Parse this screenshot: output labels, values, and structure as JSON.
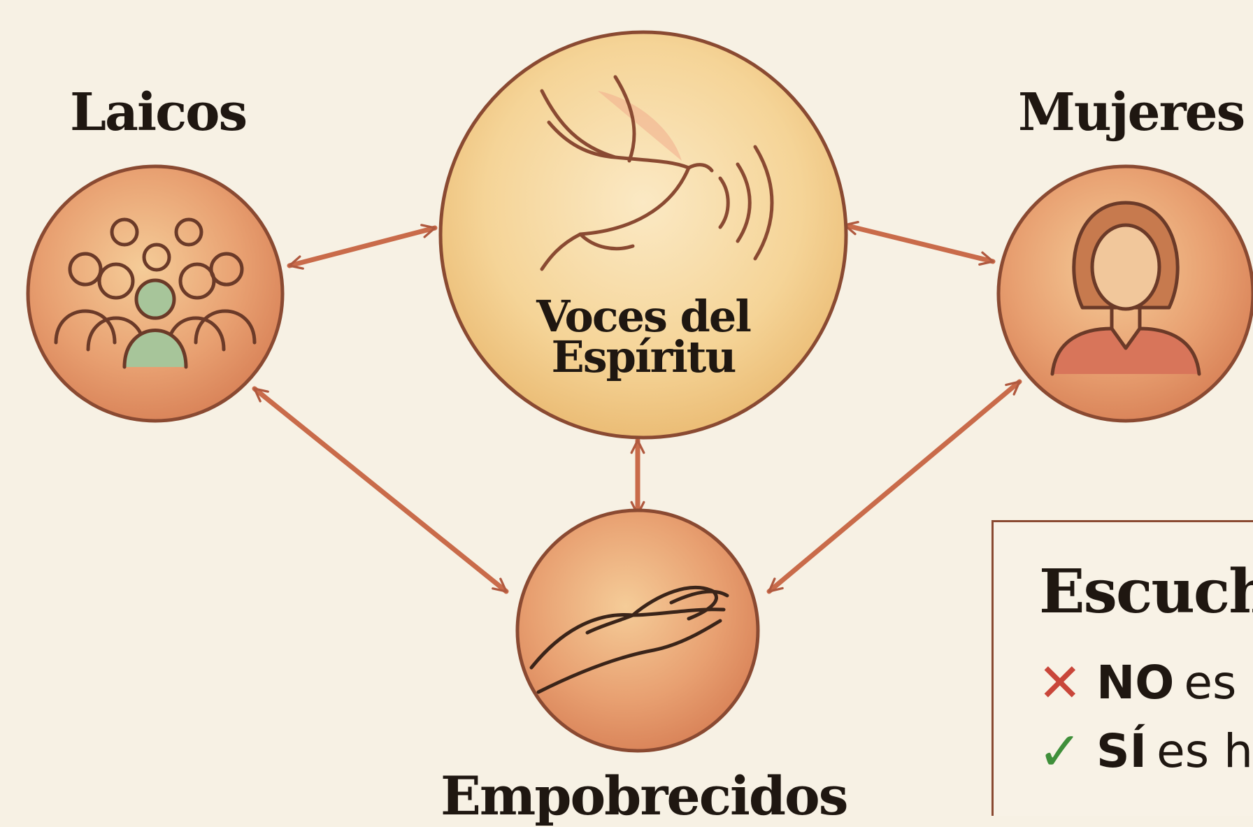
{
  "diagram": {
    "nodes": [
      {
        "id": "laicos",
        "label": "Laicos",
        "icon": "people-group-icon"
      },
      {
        "id": "voces",
        "label_lines": [
          "Voces del",
          "Espíritu"
        ],
        "icon": "dove-icon",
        "secondary_icon": "sound-waves-icon"
      },
      {
        "id": "mujeres",
        "label": "Mujeres",
        "icon": "woman-icon"
      },
      {
        "id": "empobrecidos",
        "label": "Empobrecidos",
        "icon": "open-hand-icon"
      }
    ],
    "connections": [
      {
        "from": "voces",
        "to": "laicos",
        "type": "bidirectional"
      },
      {
        "from": "voces",
        "to": "mujeres",
        "type": "bidirectional"
      },
      {
        "from": "voces",
        "to": "empobrecidos",
        "type": "bidirectional"
      },
      {
        "from": "laicos",
        "to": "empobrecidos",
        "type": "bidirectional"
      },
      {
        "from": "mujeres",
        "to": "empobrecidos",
        "type": "bidirectional"
      }
    ]
  },
  "panel": {
    "title": "Escuch",
    "items": [
      {
        "mark": "✕",
        "icon": "x-icon",
        "keyword": "NO",
        "text": "es"
      },
      {
        "mark": "✓",
        "icon": "check-icon",
        "keyword": "SÍ",
        "text": "es h"
      }
    ]
  },
  "colors": {
    "background": "#f7f1e4",
    "outline": "#8a4a32",
    "wash_light": "#f4cf8e",
    "wash_dark": "#dd8f5e",
    "text": "#1f1711",
    "cross": "#c9463a",
    "check": "#3f8f3a"
  }
}
